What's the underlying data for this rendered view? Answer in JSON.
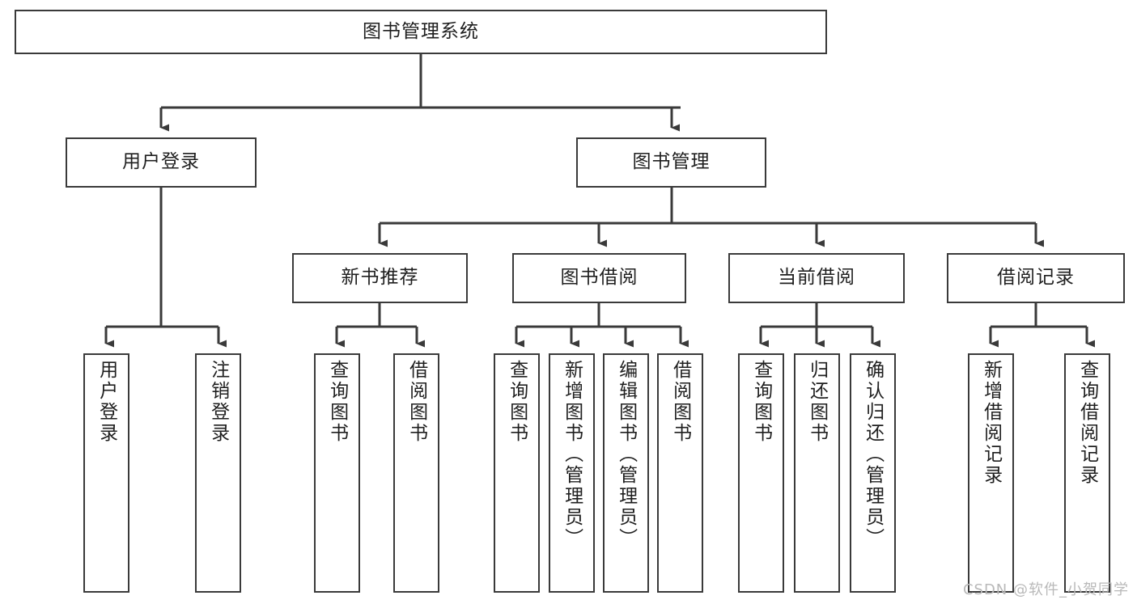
{
  "diagram": {
    "type": "tree-hierarchy-chart",
    "title": "图书管理系统",
    "background_color": "#ffffff",
    "line_color": "#3a3a3a",
    "text_color": "#1f1f1f"
  },
  "watermark": {
    "text": "CSDN @软件_小贺同学",
    "color": "#b9b9b9"
  },
  "nodes": {
    "root": {
      "label": "图书管理系统"
    },
    "level2": [
      {
        "label": "用户登录"
      },
      {
        "label": "图书管理"
      }
    ],
    "level3": [
      {
        "label": "新书推荐"
      },
      {
        "label": "图书借阅"
      },
      {
        "label": "当前借阅"
      },
      {
        "label": "借阅记录"
      }
    ],
    "leaves": {
      "user_login": [
        {
          "label": "用户登录"
        },
        {
          "label": "注销登录"
        }
      ],
      "new_book": [
        {
          "label": "查询图书"
        },
        {
          "label": "借阅图书"
        }
      ],
      "book_borrow": [
        {
          "label": "查询图书"
        },
        {
          "label": "新增图书（管理员）"
        },
        {
          "label": "编辑图书（管理员）"
        },
        {
          "label": "借阅图书"
        }
      ],
      "current_borrow": [
        {
          "label": "查询图书"
        },
        {
          "label": "归还图书"
        },
        {
          "label": "确认归还（管理员）"
        }
      ],
      "borrow_record": [
        {
          "label": "新增借阅记录"
        },
        {
          "label": "查询借阅记录"
        }
      ]
    }
  }
}
